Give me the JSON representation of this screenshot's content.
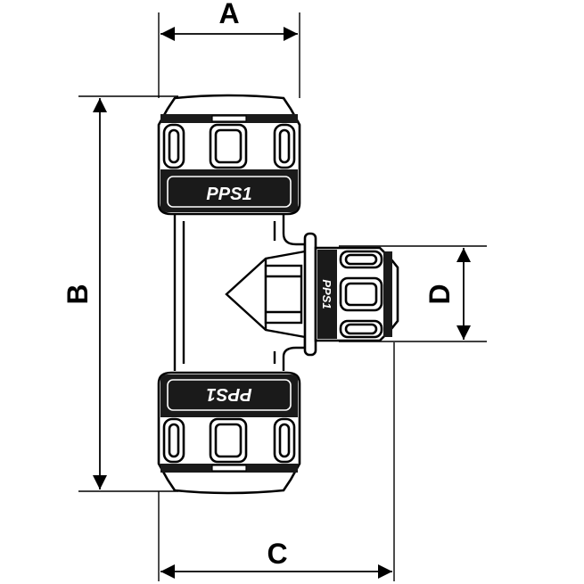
{
  "dimensions": {
    "a": "A",
    "b": "B",
    "c": "C",
    "d": "D"
  },
  "markings": {
    "top_ring": "PPS1",
    "bottom_ring": "PPS1",
    "side_ring": "PPS1"
  },
  "colors": {
    "line": "#000000",
    "background": "#ffffff",
    "band": "#1a1a1a"
  }
}
